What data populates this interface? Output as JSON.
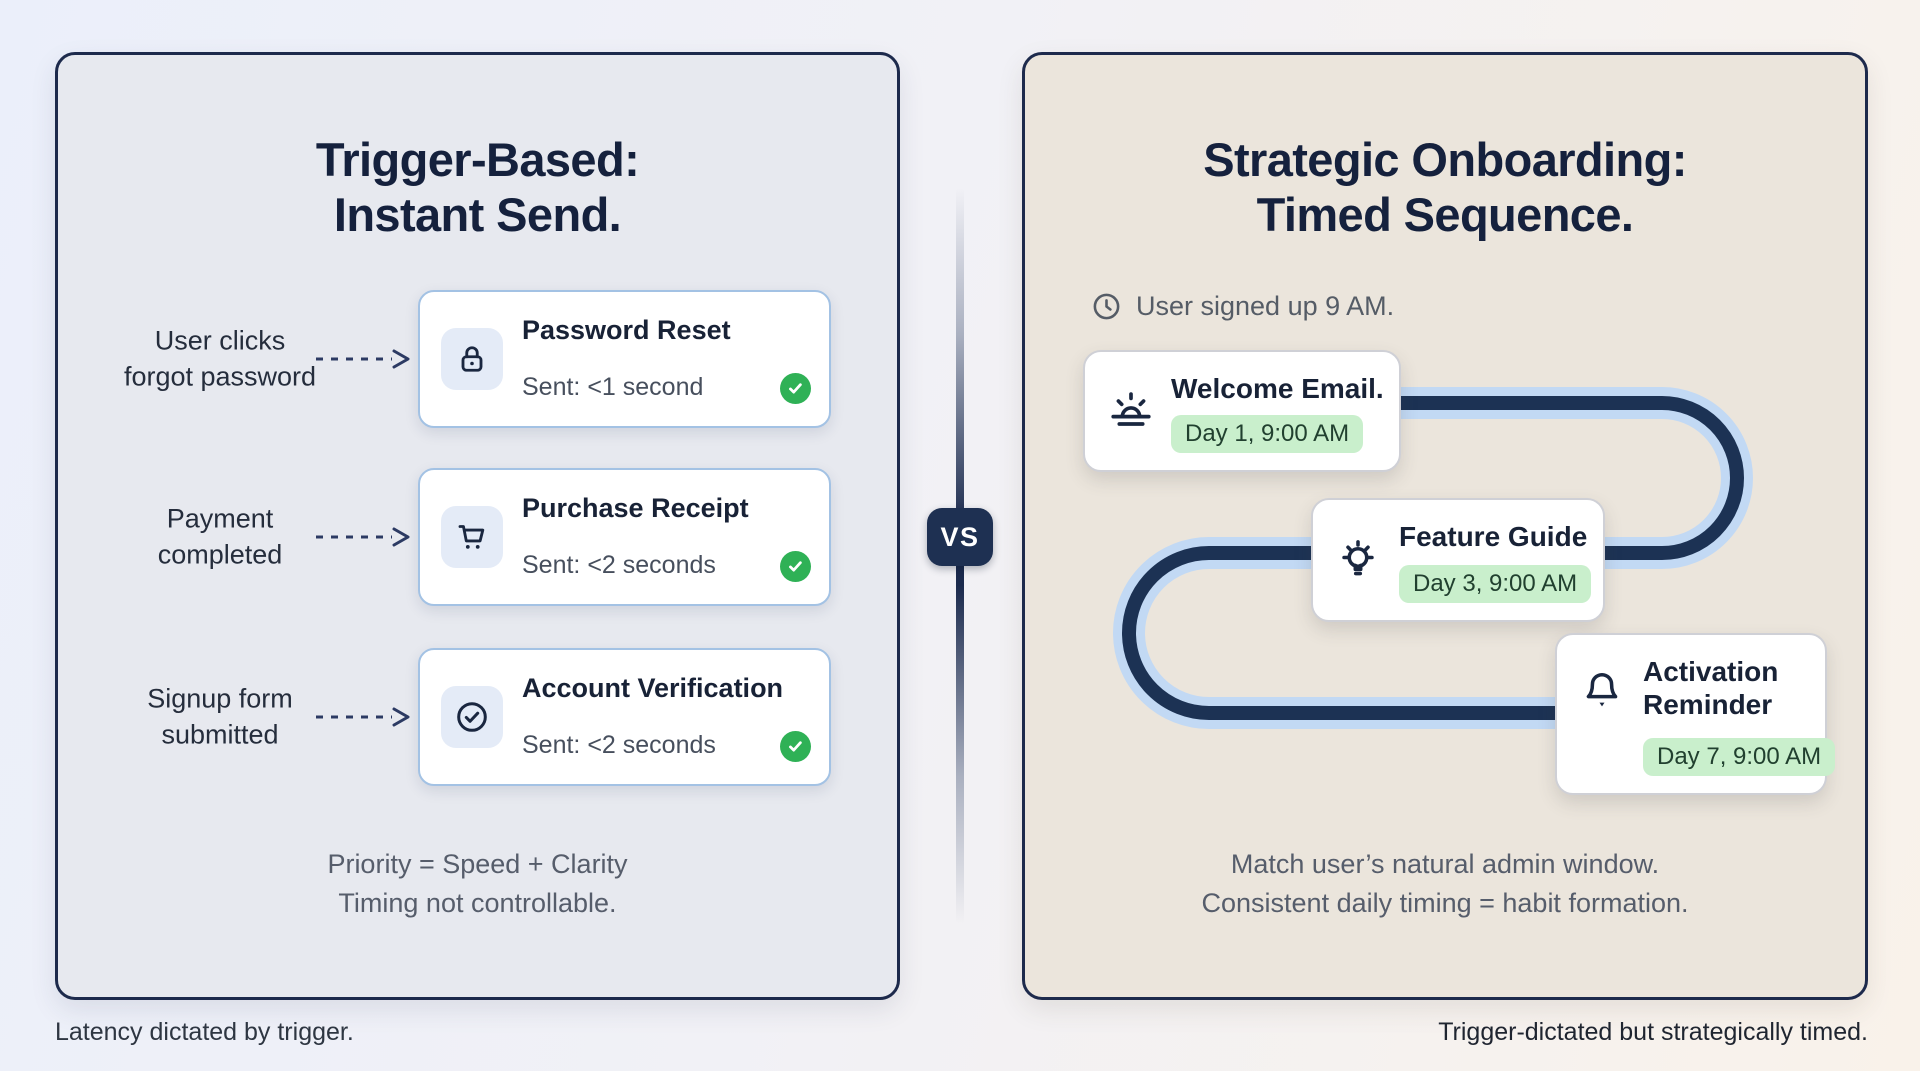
{
  "page": {
    "vs_label": "VS",
    "footer_left": "Latency dictated by trigger.",
    "footer_right": "Trigger-dictated but strategically timed."
  },
  "left_panel": {
    "title_line1": "Trigger-Based:",
    "title_line2": "Instant Send.",
    "rows": [
      {
        "trigger_line1": "User clicks",
        "trigger_line2": "forgot password",
        "icon": "lock-icon",
        "title": "Password Reset",
        "status": "Sent: <1 second"
      },
      {
        "trigger_line1": "Payment",
        "trigger_line2": "completed",
        "icon": "shopping-cart-icon",
        "title": "Purchase Receipt",
        "status": "Sent: <2 seconds"
      },
      {
        "trigger_line1": "Signup form",
        "trigger_line2": "submitted",
        "icon": "check-circle-icon",
        "title": "Account Verification",
        "status": "Sent: <2 seconds"
      }
    ],
    "footnote_line1": "Priority = Speed + Clarity",
    "footnote_line2": "Timing not controllable."
  },
  "right_panel": {
    "title_line1": "Strategic Onboarding:",
    "title_line2": "Timed Sequence.",
    "signup_note": "User signed up 9 AM.",
    "steps": [
      {
        "icon": "sunrise-icon",
        "title": "Welcome Email.",
        "badge": "Day 1, 9:00 AM"
      },
      {
        "icon": "lightbulb-icon",
        "title": "Feature Guide",
        "badge": "Day 3, 9:00 AM"
      },
      {
        "icon": "bell-icon",
        "title_line1": "Activation",
        "title_line2": "Reminder",
        "badge": "Day 7, 9:00 AM"
      }
    ],
    "footnote_line1": "Match user’s natural admin window.",
    "footnote_line2": "Consistent daily timing = habit formation."
  },
  "colors": {
    "panel_border_navy": "#1d2a4c",
    "title_navy": "#15213d",
    "left_panel_bg": "#e7e9ef",
    "right_panel_bg": "#ebe5dc",
    "card_border_blue": "#a3c2e4",
    "icon_tile_bg": "#e4ebf7",
    "success_green": "#2fb156",
    "pill_green": "#c9efcc",
    "path_outer_blue": "#c2d9f4",
    "path_inner_navy": "#1c3254",
    "vs_badge_bg": "#1e3052"
  }
}
